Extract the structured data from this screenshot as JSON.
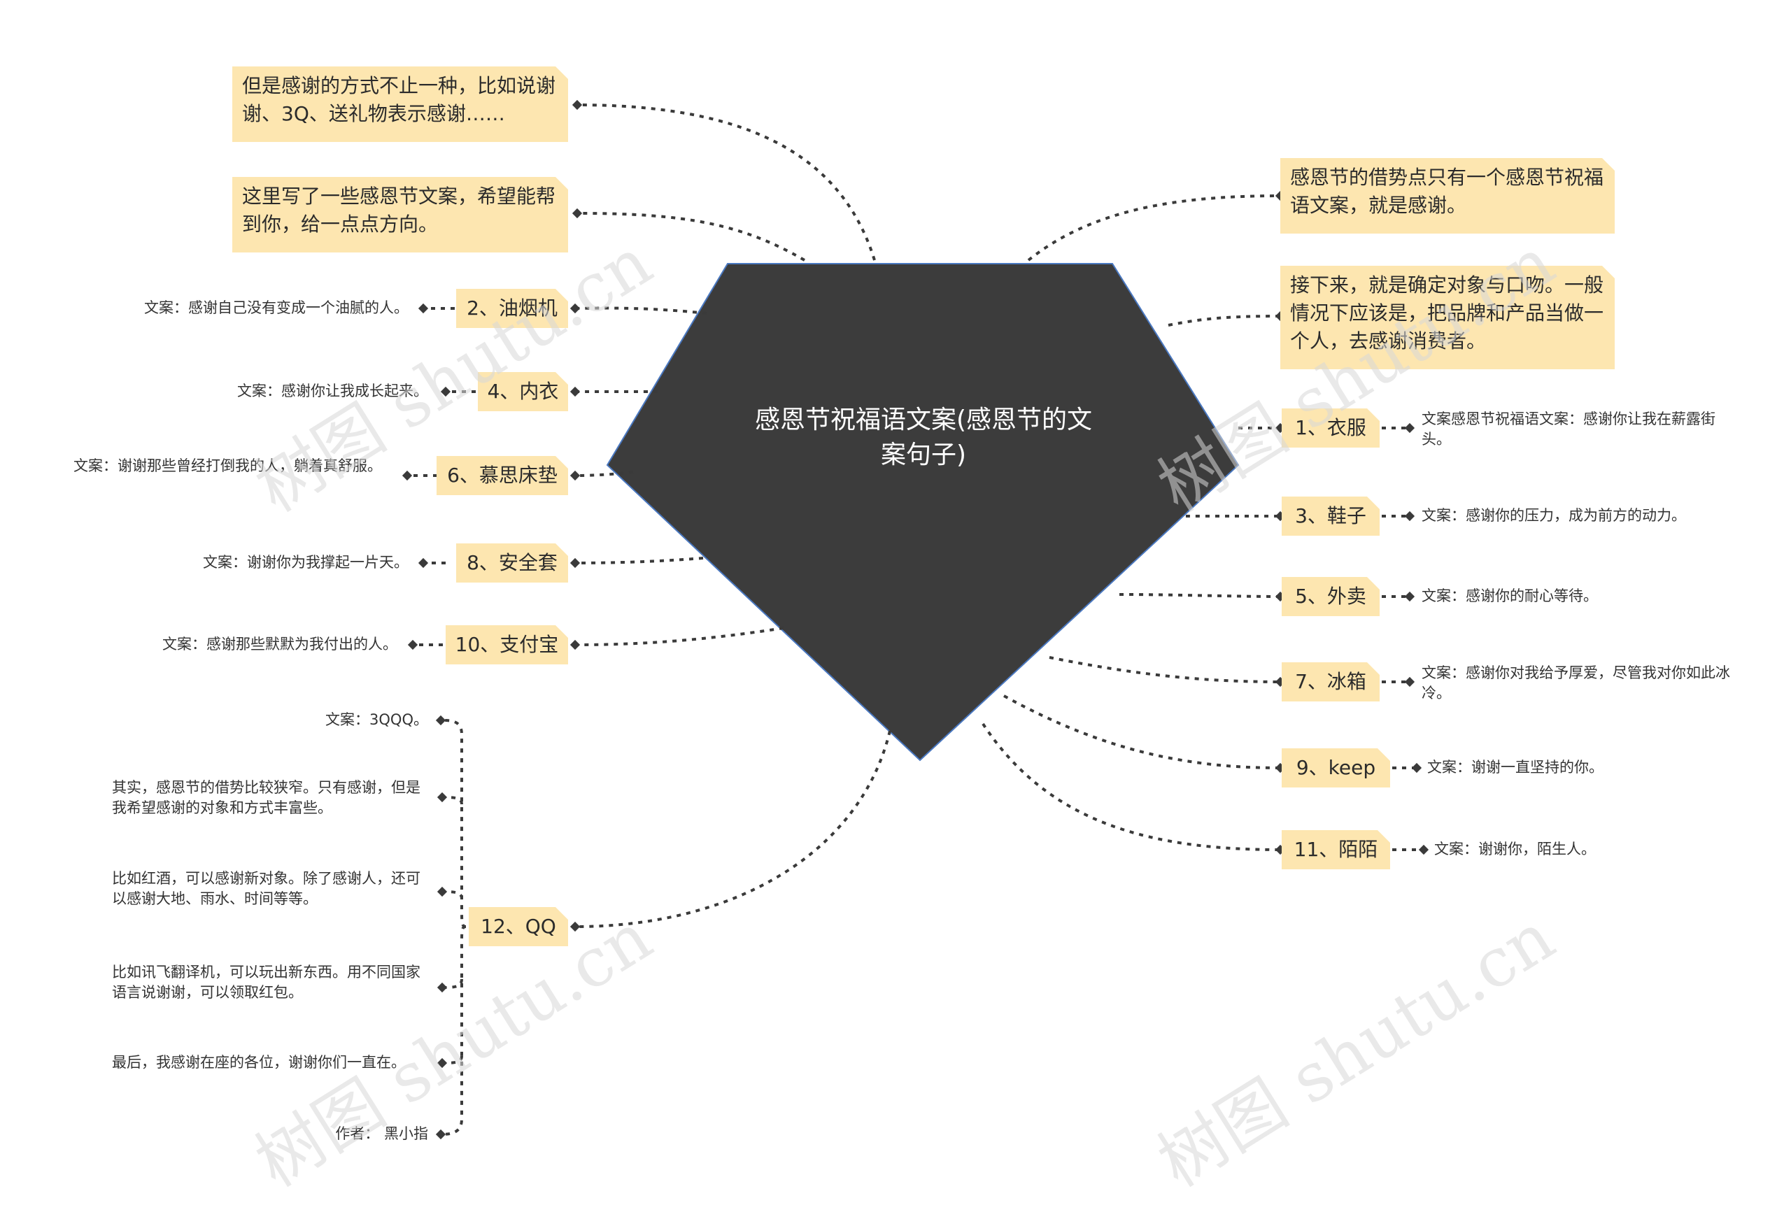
{
  "center": {
    "title": "感恩节祝福语文案(感恩节的文案句子)"
  },
  "left_boxes": [
    {
      "id": "L1",
      "text": "但是感谢的方式不止一种，比如说谢谢、3Q、送礼物表示感谢……"
    },
    {
      "id": "L2",
      "text": "这里写了一些感恩节文案，希望能帮到你，给一点点方向。"
    }
  ],
  "left_items": [
    {
      "label": "2、油烟机",
      "leaf": "文案：感谢自己没有变成一个油腻的人。"
    },
    {
      "label": "4、内衣",
      "leaf": "文案：感谢你让我成长起来。"
    },
    {
      "label": "6、慕思床垫",
      "leaf": "文案：谢谢那些曾经打倒我的人，躺着真舒服。"
    },
    {
      "label": "8、安全套",
      "leaf": "文案：谢谢你为我撑起一片天。"
    },
    {
      "label": "10、支付宝",
      "leaf": "文案：感谢那些默默为我付出的人。"
    }
  ],
  "qq": {
    "label": "12、QQ",
    "leaves": [
      "文案：3QQQ。",
      "其实，感恩节的借势比较狭窄。只有感谢，但是我希望感谢的对象和方式丰富些。",
      "比如红酒，可以感谢新对象。除了感谢人，还可以感谢大地、雨水、时间等等。",
      "比如讯飞翻译机，可以玩出新东西。用不同国家语言说谢谢，可以领取红包。",
      "最后，我感谢在座的各位，谢谢你们一直在。",
      "作者： 黑小指"
    ]
  },
  "right_boxes": [
    {
      "id": "R1",
      "text": "感恩节的借势点只有一个感恩节祝福语文案，就是感谢。"
    },
    {
      "id": "R2",
      "text": "接下来，就是确定对象与口吻。一般情况下应该是，把品牌和产品当做一个人，去感谢消费者。"
    }
  ],
  "right_items": [
    {
      "label": "1、衣服",
      "leaf": "文案感恩节祝福语文案：感谢你让我在薪露街头。"
    },
    {
      "label": "3、鞋子",
      "leaf": "文案：感谢你的压力，成为前方的动力。"
    },
    {
      "label": "5、外卖",
      "leaf": "文案：感谢你的耐心等待。"
    },
    {
      "label": "7、冰箱",
      "leaf": "文案：感谢你对我给予厚爱，尽管我对你如此冰冷。"
    },
    {
      "label": "9、keep",
      "leaf": "文案：谢谢一直坚持的你。"
    },
    {
      "label": "11、陌陌",
      "leaf": "文案：谢谢你，陌生人。"
    }
  ],
  "watermarks": [
    "树图 shutu.cn",
    "树图 shutu.cn",
    "树图 shutu.cn",
    "树图 shutu.cn"
  ],
  "colors": {
    "center_fill": "#3c3c3c",
    "node_fill": "#fde6b0",
    "line": "#3a3a3a"
  }
}
